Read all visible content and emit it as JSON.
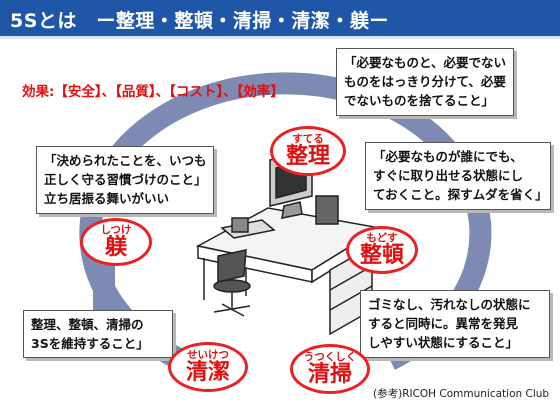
{
  "header": {
    "title": "5Sとは　ー整理・整頓・清掃・清潔・躾ー"
  },
  "effects": "効果:【安全】、【品質】、【コスト】、【効率】",
  "boxes": {
    "seiri": [
      "「必要なものと、必要でない",
      "ものをはっきり分けて、必要",
      "でないものを捨てること」"
    ],
    "seiton": [
      "「必要なものが誰にでも、",
      "すぐに取り出せる状態にし",
      "ておくこと。探すムダを省く」"
    ],
    "seisou": [
      "ゴミなし、汚れなしの状態に",
      "すると同時に。異常を発見",
      "しやすい状態にすること」"
    ],
    "seiketsu": [
      "整理、整頓、清掃の",
      "3Sを維持すること」"
    ],
    "shitsuke": [
      "「決められたことを、いつも",
      "正しく守る習慣づけのこと」",
      "立ち居振る舞いがいい"
    ]
  },
  "bubbles": {
    "seiri": {
      "ruby": "すてる",
      "kanji": "整理"
    },
    "seiton": {
      "ruby": "もどす",
      "kanji": "整頓"
    },
    "seisou": {
      "ruby": "うつくしく",
      "kanji": "清掃"
    },
    "seiketsu": {
      "ruby": "せいけつ",
      "kanji": "清潔"
    },
    "shitsuke": {
      "ruby": "しつけ",
      "kanji": "躾"
    }
  },
  "credit": "(参考)RICOH Communication Club",
  "colors": {
    "header": "#1f56a8",
    "accent_red": "#e01010",
    "cycle_arrow": "#7d8bb4"
  }
}
